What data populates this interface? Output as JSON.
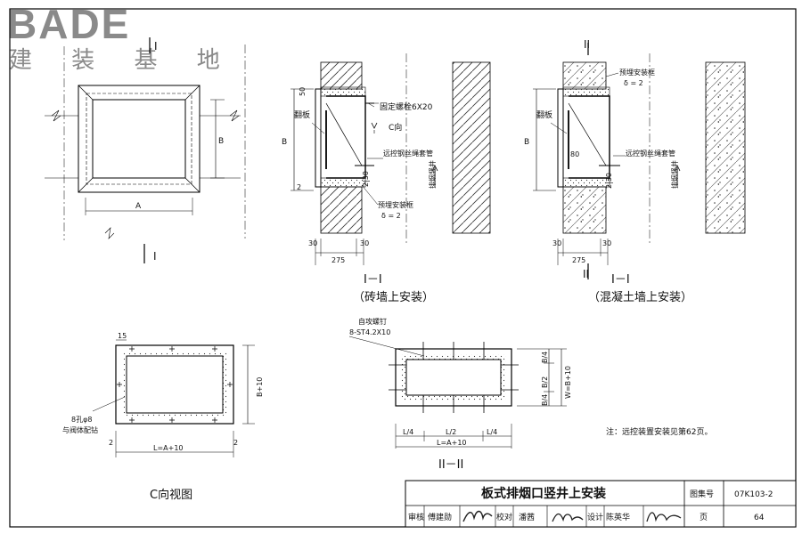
{
  "logo": {
    "brand": "BADE",
    "subtitle": "建 装 基 地"
  },
  "labels": {
    "dim_A": "A",
    "dim_B": "B",
    "sec_mark_I": "I",
    "sec_mark_II": "II",
    "bolt": "固定螺栓6X20",
    "c_dir": "C向",
    "flap": "翻板",
    "cable_tube": "远控钢丝绳套管",
    "embed_frame": "预埋安装框",
    "delta2": "δ = 2",
    "shaft": "排烟竖井",
    "d275": "275",
    "d30": "30",
    "d50": "50",
    "d80": "80",
    "d2": "2",
    "d2_30": "2|30",
    "self_tap_screw": "自攻螺钉",
    "screw_spec": "8-ST4.2X10",
    "d15": "15",
    "holes": "8孔φ8",
    "holes_note": "与阀体配钻",
    "B_plus_10": "B+10",
    "L_eq": "L=A+10",
    "L_quarter": "L/4",
    "L_half": "L/2",
    "B_quarter": "B/4",
    "B_half": "B/2",
    "W_eq": "W=B+10"
  },
  "captions": {
    "sec1_brick_code": "I－I",
    "sec1_brick_name": "（砖墙上安装）",
    "sec1_conc_code": "I－I",
    "sec1_conc_name": "（混凝土墙上安装）",
    "sec2_code": "II－II",
    "c_view": "C向视图",
    "note": "注：远控装置安装见第62页。"
  },
  "title_block": {
    "title": "板式排烟口竖井上安装",
    "atlas_label": "图集号",
    "atlas_no": "07K103-2",
    "review_label": "审核",
    "review_name": "傅建勋",
    "check_label": "校对",
    "check_name": "潘茜",
    "design_label": "设计",
    "design_name": "陈英华",
    "page_label": "页",
    "page_no": "64"
  }
}
